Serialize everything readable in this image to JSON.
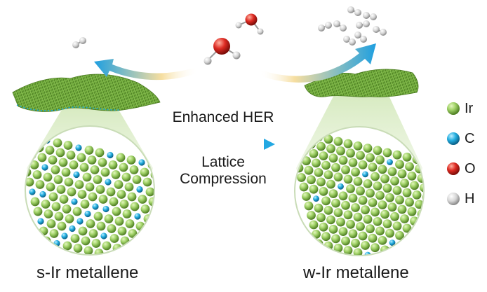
{
  "panels": {
    "left_label": "s-Ir metallene",
    "right_label": "w-Ir metallene"
  },
  "center": {
    "top_label": "Enhanced HER",
    "bottom_label_line1": "Lattice",
    "bottom_label_line2": "Compression"
  },
  "legend": [
    {
      "label": "Ir",
      "color": "#8fc45a"
    },
    {
      "label": "C",
      "color": "#1aa6d6"
    },
    {
      "label": "O",
      "color": "#d42020"
    },
    {
      "label": "H",
      "color": "#c8c8c8"
    }
  ],
  "colors": {
    "metallene": "#7fb845",
    "carbon": "#1aa6d6",
    "oxygen": "#d42020",
    "hydrogen": "#d0d0d0",
    "arrow_blue": "#22a0e0",
    "arrow_yellow": "#f3d27a"
  }
}
